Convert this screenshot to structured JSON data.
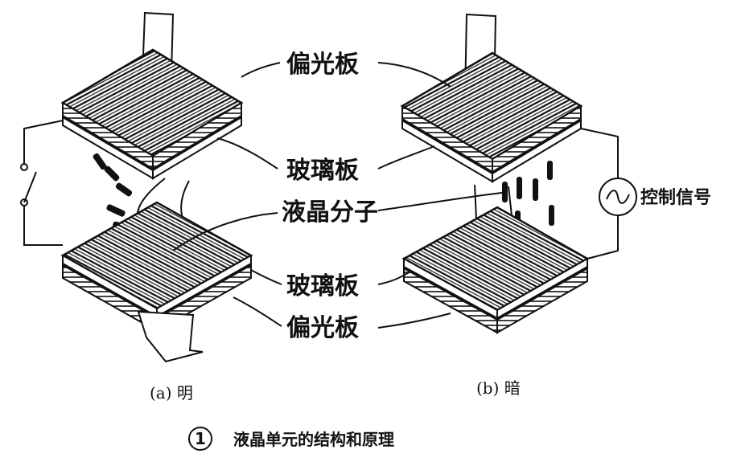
{
  "labels": {
    "polarizer_top": "偏光板",
    "glass_top": "玻璃板",
    "liquid_crystal": "液晶分子",
    "glass_bottom": "玻璃板",
    "polarizer_bottom": "偏光板",
    "control_signal": "控制信号"
  },
  "subcaptions": {
    "a": "(a) 明",
    "b": "(b) 暗"
  },
  "caption": {
    "number": "1",
    "text": "液晶单元的结构和原理"
  },
  "colors": {
    "ink": "#111111",
    "background": "#ffffff"
  }
}
